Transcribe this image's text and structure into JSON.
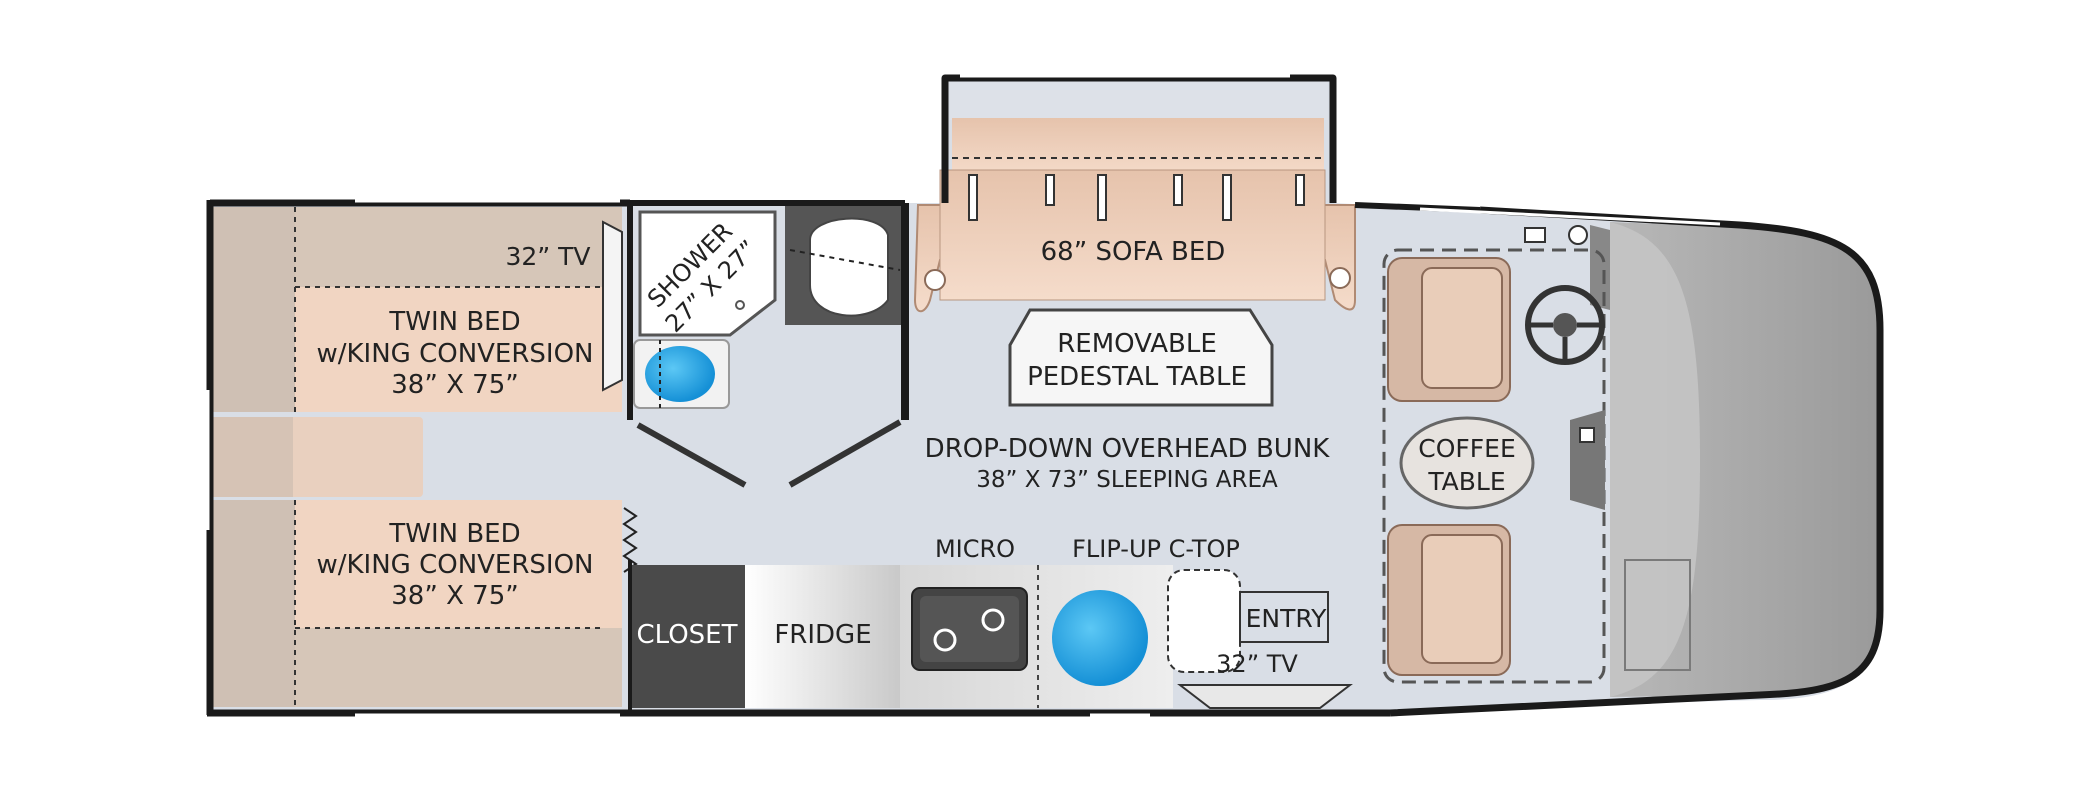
{
  "labels": {
    "tv_rear": "32” TV",
    "twin_bed_top_1": "TWIN BED",
    "twin_bed_top_2": "w/KING CONVERSION",
    "twin_bed_top_3": "38” X 75”",
    "twin_bed_bottom_1": "TWIN BED",
    "twin_bed_bottom_2": "w/KING CONVERSION",
    "twin_bed_bottom_3": "38” X 75”",
    "shower_1": "SHOWER",
    "shower_2": "27” X 27”",
    "sofa_bed": "68” SOFA BED",
    "pedestal_table_1": "REMOVABLE",
    "pedestal_table_2": "PEDESTAL TABLE",
    "bunk_1": "DROP-DOWN OVERHEAD BUNK",
    "bunk_2": "38” X 73” SLEEPING AREA",
    "coffee_table_1": "COFFEE",
    "coffee_table_2": "TABLE",
    "closet": "CLOSET",
    "fridge": "FRIDGE",
    "micro": "MICRO",
    "flip_up": "FLIP-UP C-TOP",
    "entry": "ENTRY",
    "tv_front": "32” TV"
  },
  "colors": {
    "floor": "#d9dee6",
    "wall": "#1a1a1a",
    "bed_light": "#f1d5c2",
    "bed_dark": "#cfc0b4",
    "sofa": "#efcfba",
    "cab_gray": "#a8a8a8",
    "sink_blue": "#1fa3e5",
    "closet": "#4a4a4a",
    "counter": "#dcdcdc"
  }
}
